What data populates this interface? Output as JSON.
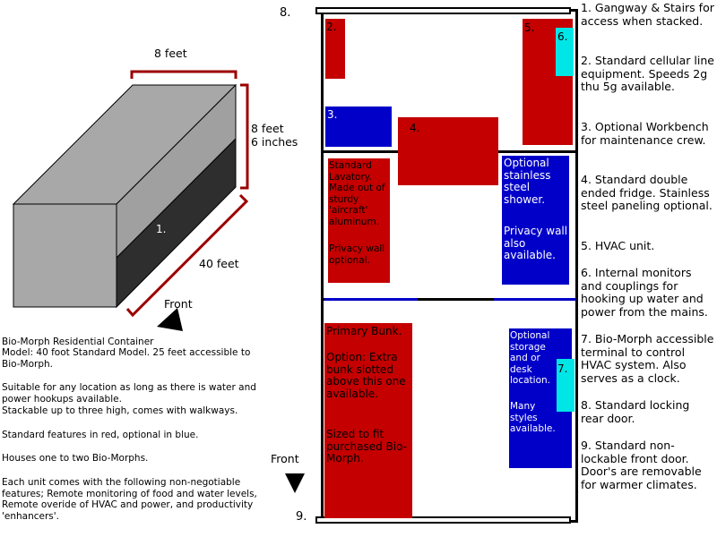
{
  "dims": {
    "width_label": "8 feet",
    "height_label_1": "8 feet",
    "height_label_2": "6 inches",
    "length_label": "40 feet",
    "box_num": "1.",
    "front_label": "Front"
  },
  "description": {
    "line1": "Bio-Morph Residential Container",
    "line2": "Model: 40 foot Standard Model. 25 feet accessible to Bio-Morph.",
    "line3": "Suitable for any location as long as there is water and power hookups available.",
    "line4": "Stackable up to three high, comes with walkways.",
    "line5": "Standard features in red, optional in blue.",
    "line6": "Houses one to two Bio-Morphs.",
    "line7": "Each unit comes with the following non-negotiable features; Remote monitoring of food and water levels, Remote overide of HVAC and power, and productivity 'enhancers'."
  },
  "plan": {
    "label_8": "8.",
    "label_9": "9.",
    "front_label": "Front",
    "n2": "2.",
    "n3": "3.",
    "n4": "4.",
    "n5": "5.",
    "n6": "6.",
    "n7": "7.",
    "lavatory": "Standard Lavatory. Made out of sturdy 'aircraft' aluminum.",
    "lavatory_privacy": "Privacy wall optional.",
    "shower": "Optional stainless steel shower.",
    "shower_privacy": "Privacy wall also available.",
    "bunk_title": "Primary Bunk.",
    "bunk_option": "Option: Extra bunk slotted above this one available.",
    "bunk_sized": "Sized to fit purchased Bio-Morph.",
    "storage": "Optional storage and or desk location.",
    "storage_styles": "Many styles available."
  },
  "legend": [
    "1. Gangway & Stairs for access when stacked.",
    "2. Standard cellular line equipment. Speeds 2g thu 5g available.",
    "3. Optional Workbench for maintenance crew.",
    "4. Standard double ended fridge. Stainless steel paneling optional.",
    "5. HVAC unit.",
    "6. Internal monitors and couplings for hooking up water and power from the mains.",
    "7. Bio-Morph accessible terminal to control HVAC system. Also serves as a clock.",
    "8. Standard locking rear door.",
    "9. Standard non-lockable front door. Door's are removable for warmer climates."
  ],
  "colors": {
    "standard": "#c40000",
    "optional": "#0000c8",
    "monitor": "#00e6e6",
    "dimension": "#9b0000"
  }
}
